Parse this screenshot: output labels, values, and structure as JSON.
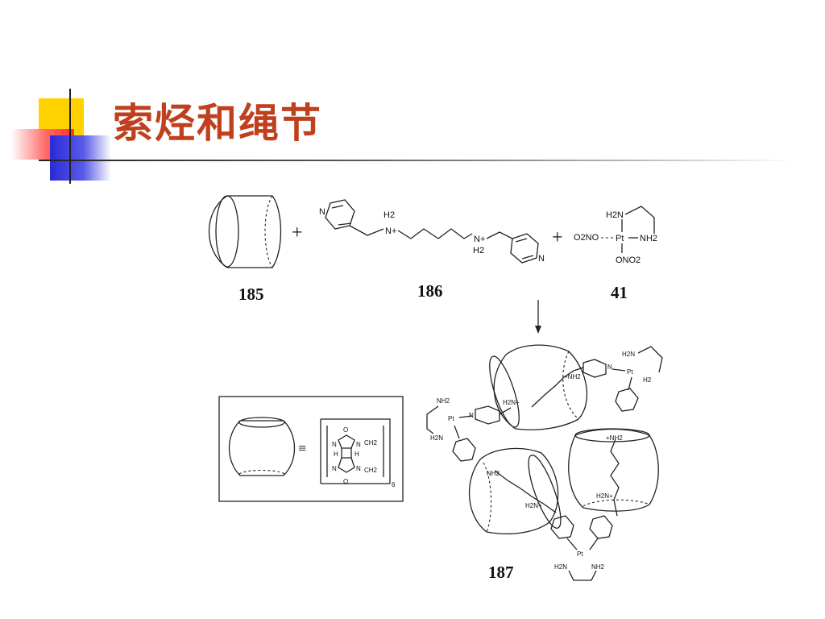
{
  "slide": {
    "title": "索烃和绳节"
  },
  "diagram": {
    "reactants": [
      "185",
      "186",
      "41"
    ],
    "plus_sign": "+",
    "product": "187",
    "equivalence": "≡",
    "repeat_subscript": "6",
    "chem_text": {
      "h2": "H2",
      "n": "N",
      "n_plus": "N+",
      "h2n": "H2N",
      "nh2": "NH2",
      "nh2_plus": "+NH2",
      "h2n_plus": "H2N+",
      "pt": "Pt",
      "o2no": "O2NO",
      "ono2": "ONO2",
      "ch2": "CH2",
      "o": "O",
      "h": "H"
    }
  }
}
